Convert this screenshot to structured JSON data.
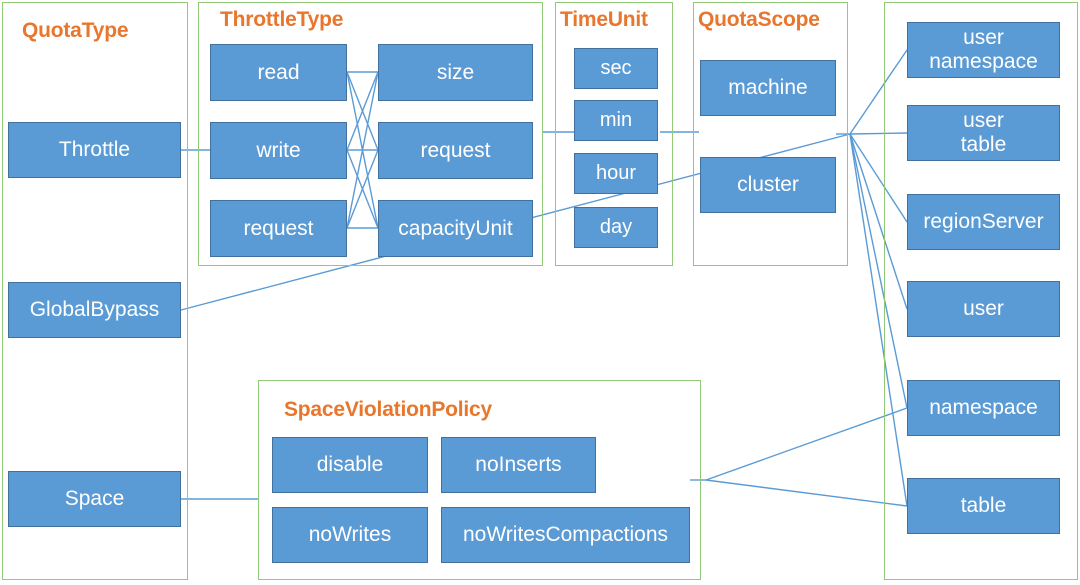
{
  "diagram": {
    "title_color": "#E8762C",
    "node_fill": "#5B9BD5",
    "node_border": "#41719C",
    "panel_border": "#90C978",
    "link_color": "#5B9BD5"
  },
  "panels": {
    "quota_type": {
      "title": "QuotaType",
      "nodes": [
        {
          "label": "Throttle"
        },
        {
          "label": "GlobalBypass"
        },
        {
          "label": "Space"
        }
      ]
    },
    "throttle_type": {
      "title": "ThrottleType",
      "left_nodes": [
        {
          "label": "read"
        },
        {
          "label": "write"
        },
        {
          "label": "request"
        }
      ],
      "right_nodes": [
        {
          "label": "size"
        },
        {
          "label": "request"
        },
        {
          "label": "capacityUnit"
        }
      ]
    },
    "time_unit": {
      "title": "TimeUnit",
      "nodes": [
        {
          "label": "sec"
        },
        {
          "label": "min"
        },
        {
          "label": "hour"
        },
        {
          "label": "day"
        }
      ]
    },
    "quota_scope": {
      "title": "QuotaScope",
      "nodes": [
        {
          "label": "machine"
        },
        {
          "label": "cluster"
        }
      ]
    },
    "space_violation_policy": {
      "title": "SpaceViolationPolicy",
      "nodes": [
        {
          "label": "disable"
        },
        {
          "label": "noInserts"
        },
        {
          "label": "noWrites"
        },
        {
          "label": "noWritesCompactions"
        }
      ]
    },
    "targets": {
      "nodes": [
        {
          "label": "user\nnamespace"
        },
        {
          "label": "user\ntable"
        },
        {
          "label": "regionServer"
        },
        {
          "label": "user"
        },
        {
          "label": "namespace"
        },
        {
          "label": "table"
        }
      ]
    }
  }
}
